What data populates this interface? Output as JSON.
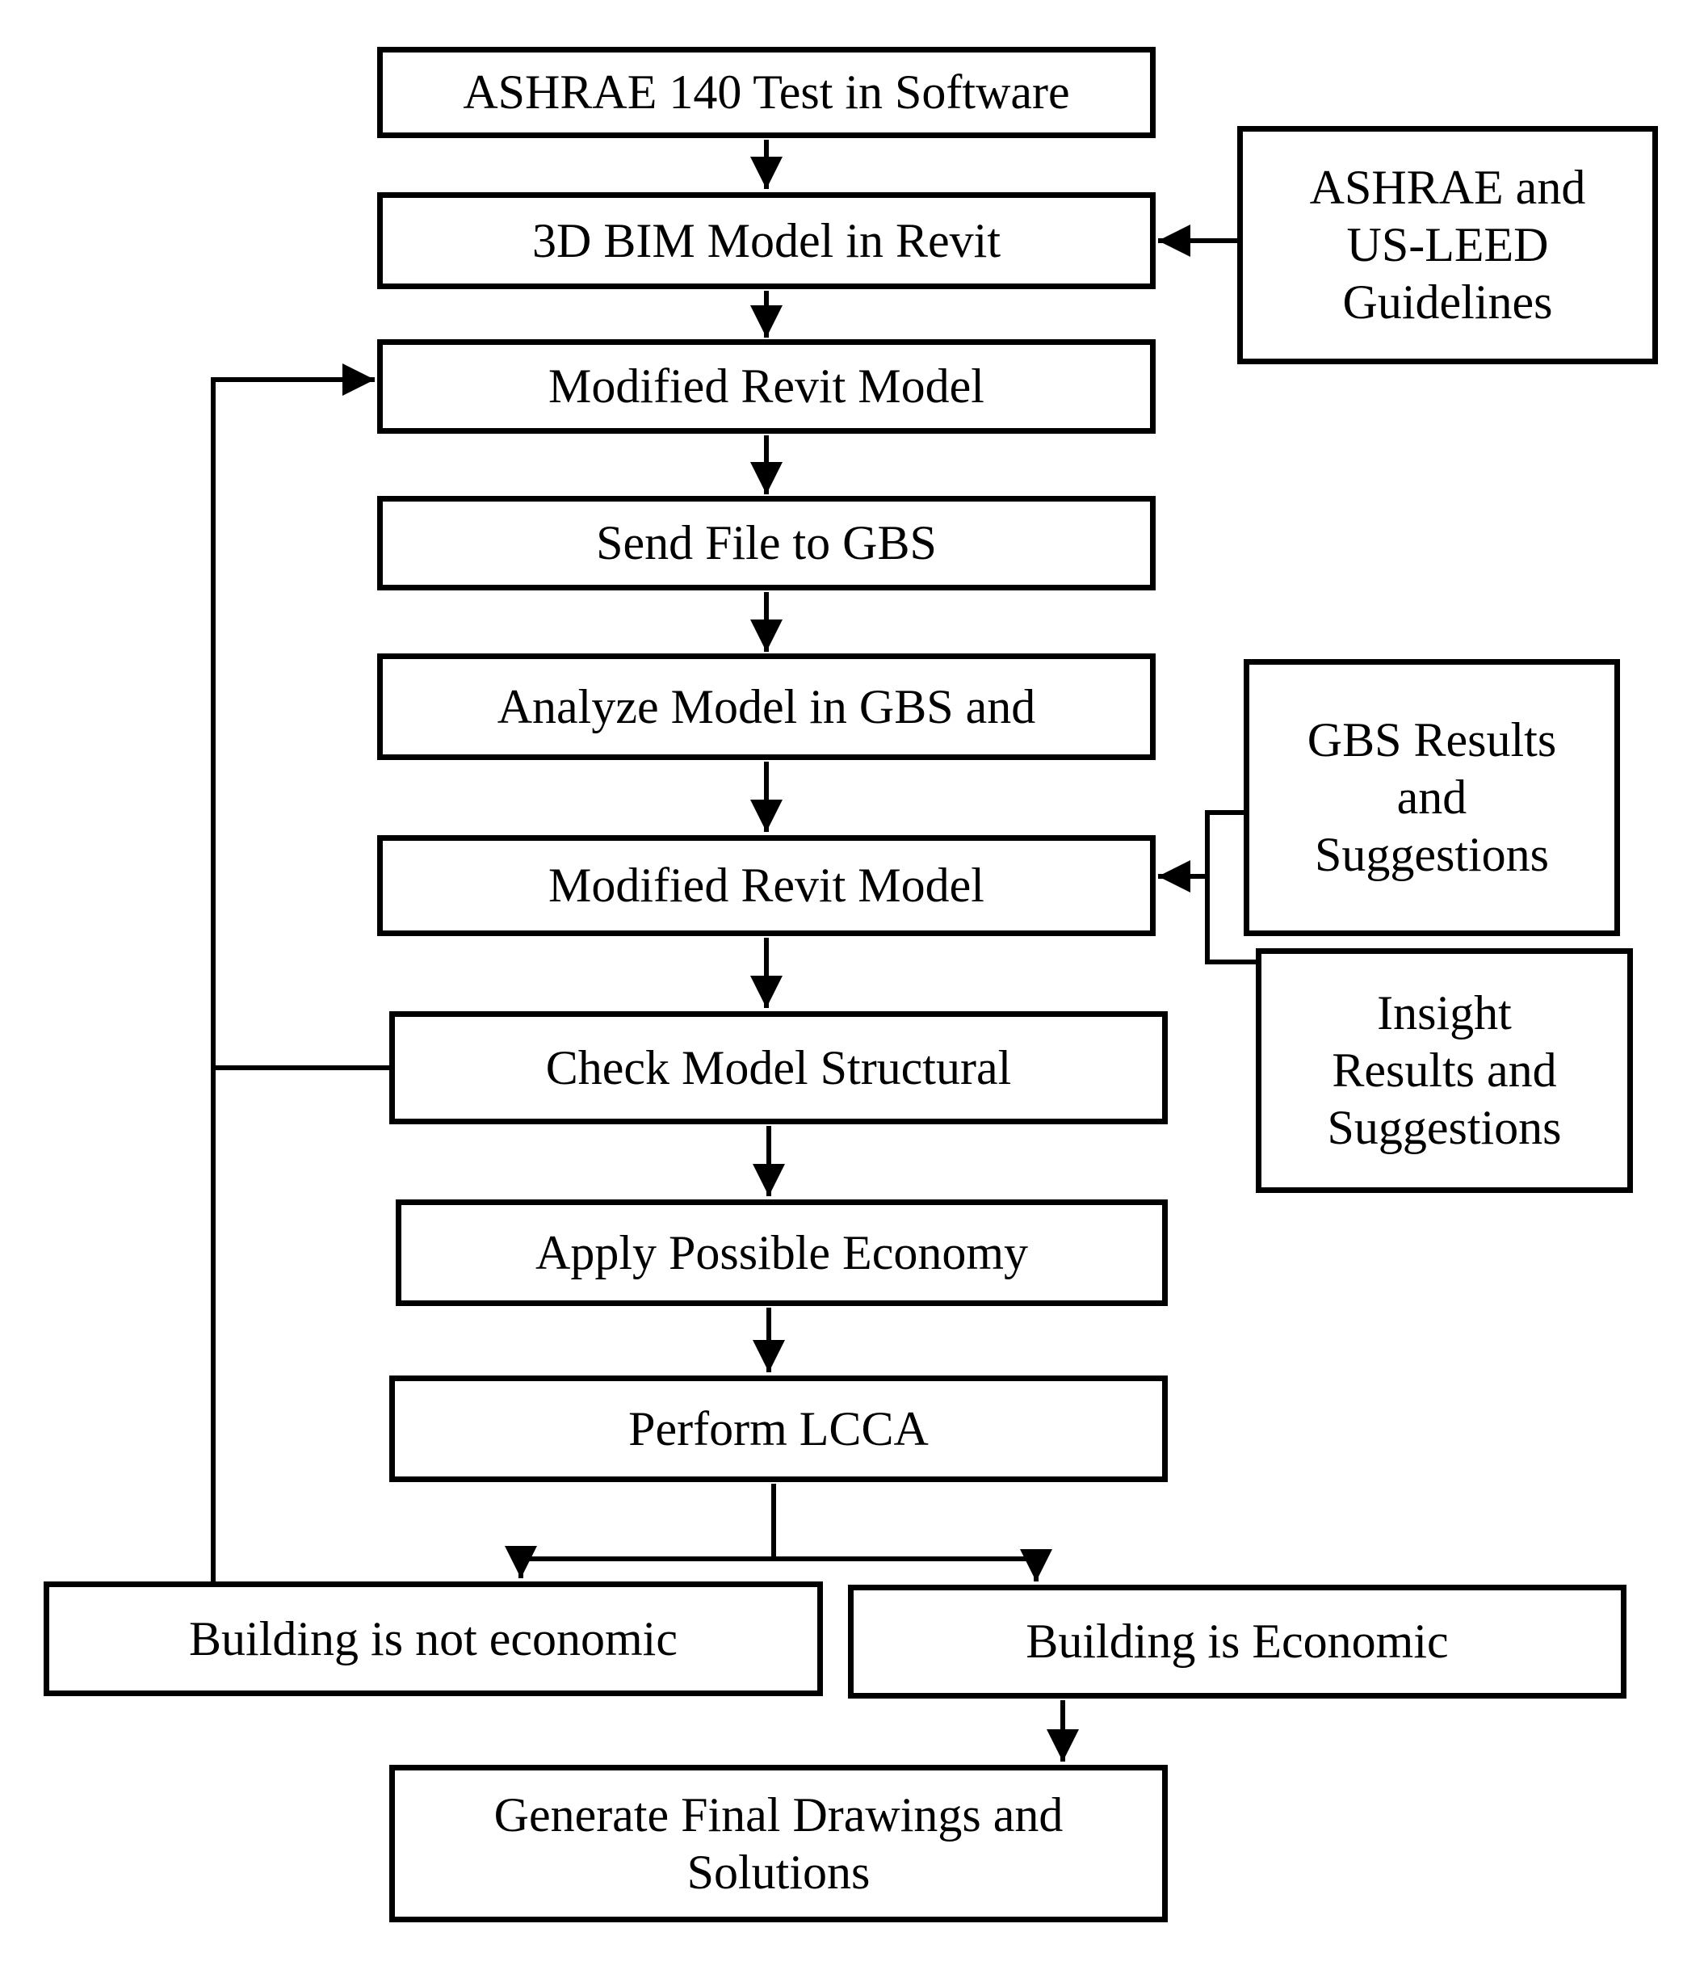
{
  "diagram": {
    "title": "BIM energy/economy analysis workflow flowchart",
    "background_color": "#ffffff",
    "line_color": "#000000",
    "box_fill": "#ffffff",
    "box_border_color": "#000000",
    "boxes": [
      {
        "id": "ashrae-test",
        "label": "ASHRAE 140 Test in Software"
      },
      {
        "id": "bim-model",
        "label": "3D BIM Model in Revit"
      },
      {
        "id": "guidelines",
        "label": "ASHRAE and US-LEED Guidelines"
      },
      {
        "id": "modified-revit-1",
        "label": "Modified Revit Model"
      },
      {
        "id": "send-file",
        "label": "Send File to GBS"
      },
      {
        "id": "analyze-model",
        "label": "Analyze Model in GBS and"
      },
      {
        "id": "modified-revit-2",
        "label": "Modified Revit Model"
      },
      {
        "id": "gbs-results",
        "label": "GBS Results and Suggestions"
      },
      {
        "id": "insight-results",
        "label": "Insight Results and Suggestions"
      },
      {
        "id": "check-structural",
        "label": "Check Model Structural"
      },
      {
        "id": "apply-economy",
        "label": "Apply Possible Economy"
      },
      {
        "id": "perform-lcca",
        "label": "Perform LCCA"
      },
      {
        "id": "not-economic",
        "label": "Building is not economic"
      },
      {
        "id": "economic",
        "label": "Building is Economic"
      },
      {
        "id": "generate-final",
        "label": "Generate Final Drawings and Solutions"
      }
    ],
    "edges": [
      {
        "from": "ashrae-test",
        "to": "bim-model",
        "arrow": true
      },
      {
        "from": "guidelines",
        "to": "bim-model",
        "arrow": true
      },
      {
        "from": "bim-model",
        "to": "modified-revit-1",
        "arrow": true
      },
      {
        "from": "modified-revit-1",
        "to": "send-file",
        "arrow": true
      },
      {
        "from": "send-file",
        "to": "analyze-model",
        "arrow": true
      },
      {
        "from": "analyze-model",
        "to": "modified-revit-2",
        "arrow": true
      },
      {
        "from": "gbs-results",
        "to": "modified-revit-2",
        "arrow": true
      },
      {
        "from": "insight-results",
        "to": "modified-revit-2",
        "arrow": true
      },
      {
        "from": "modified-revit-2",
        "to": "check-structural",
        "arrow": true
      },
      {
        "from": "check-structural",
        "to": "apply-economy",
        "arrow": true
      },
      {
        "from": "apply-economy",
        "to": "perform-lcca",
        "arrow": true
      },
      {
        "from": "perform-lcca",
        "to": "not-economic",
        "arrow": true
      },
      {
        "from": "perform-lcca",
        "to": "economic",
        "arrow": true
      },
      {
        "from": "not-economic",
        "to": "modified-revit-1",
        "arrow": true,
        "note": "feedback loop up left side"
      },
      {
        "from": "check-structural",
        "to": "modified-revit-1",
        "arrow": false,
        "note": "joins left feedback line"
      },
      {
        "from": "economic",
        "to": "generate-final",
        "arrow": true
      }
    ]
  }
}
